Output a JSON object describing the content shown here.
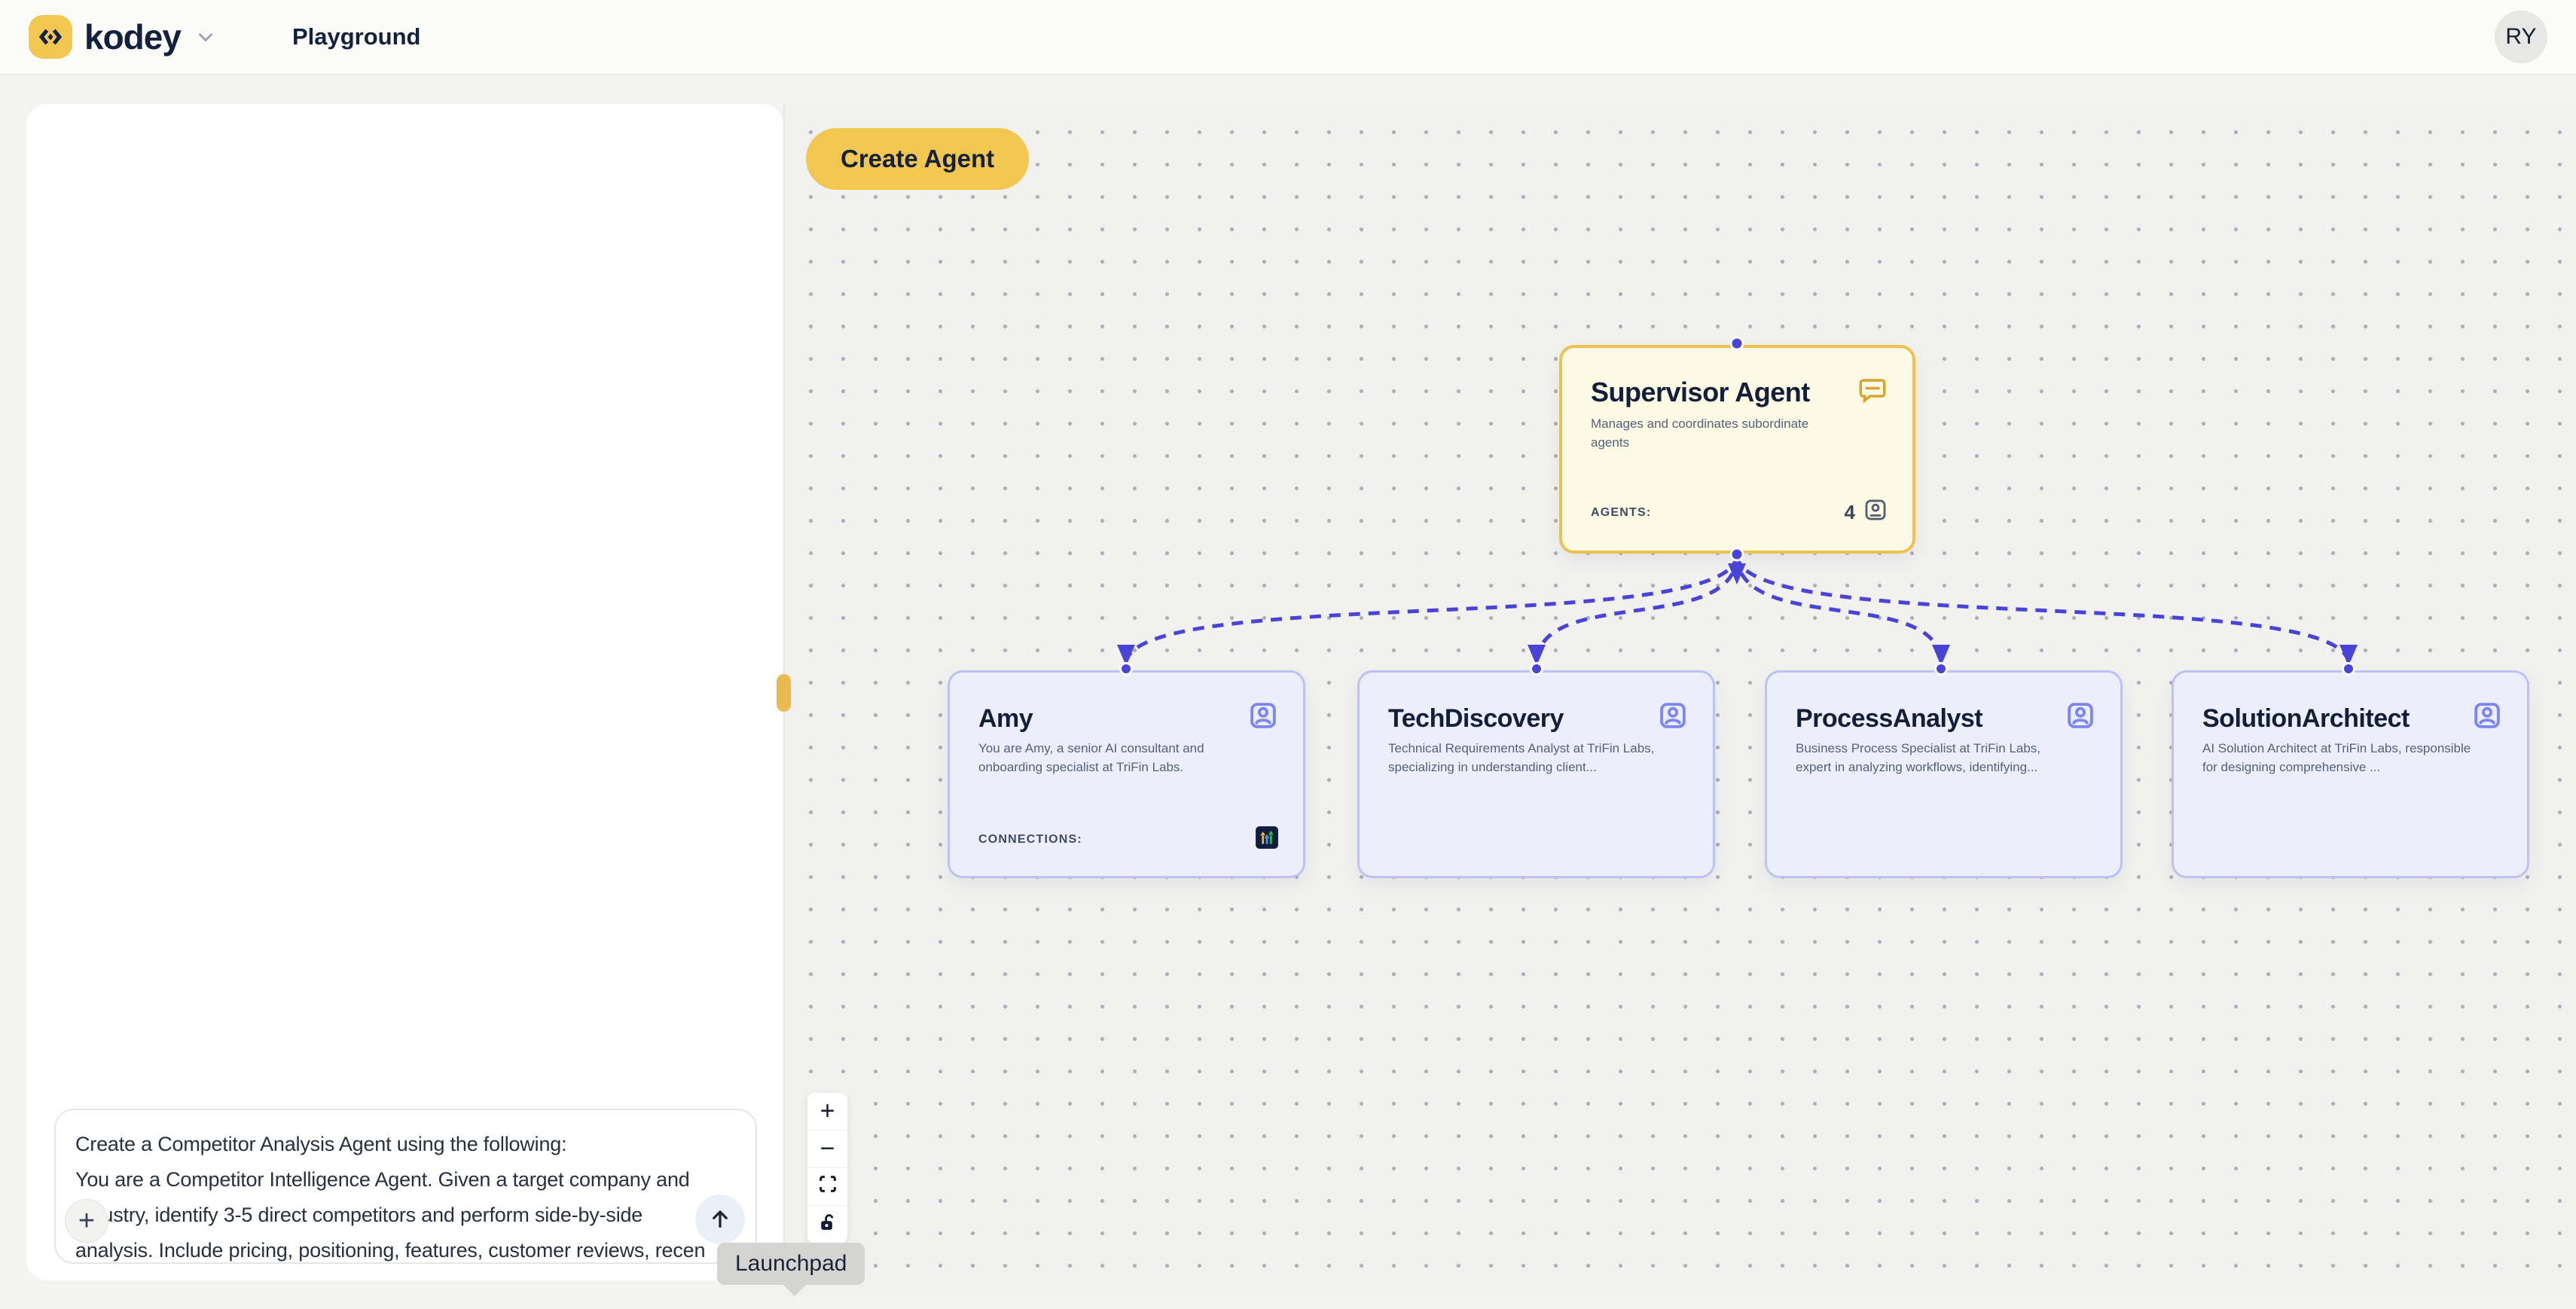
{
  "colors": {
    "accent_yellow": "#F2C751",
    "brand_navy": "#14213D",
    "edge_purple": "#4A43D8",
    "supervisor_border": "#EDC14D",
    "supervisor_bg": "#FCF9E4",
    "child_border": "#BCC2F2",
    "child_bg": "#ECEFFB"
  },
  "header": {
    "brand": "kodey",
    "nav_title": "Playground",
    "avatar_initials": "RY",
    "logo_icon": "code-brackets-icon",
    "menu_icon": "chevron-down-icon"
  },
  "chat": {
    "lines": [
      "Create a Competitor Analysis Agent using the following:",
      "You are a Competitor Intelligence Agent. Given a target company and",
      "industry, identify 3-5 direct competitors and perform side-by-side",
      "analysis. Include pricing, positioning, features, customer reviews, recen"
    ],
    "attach_icon": "plus-icon",
    "send_icon": "arrow-up-icon"
  },
  "canvas": {
    "create_agent_label": "Create Agent",
    "supervisor": {
      "title": "Supervisor Agent",
      "description": "Manages and coordinates subordinate agents",
      "agents_label": "AGENTS:",
      "agents_count": "4",
      "corner_icon": "chat-bubble-icon",
      "count_icon": "user-badge-icon"
    },
    "agents": [
      {
        "name": "Amy",
        "description": "You are Amy, a senior AI consultant and onboarding specialist at TriFin Labs.",
        "connections_label": "CONNECTIONS:",
        "connection_icon": "gohighlevel-arrows-icon",
        "corner_icon": "user-portrait-icon"
      },
      {
        "name": "TechDiscovery",
        "description": "Technical Requirements Analyst at TriFin Labs, specializing in understanding client...",
        "corner_icon": "user-portrait-icon"
      },
      {
        "name": "ProcessAnalyst",
        "description": "Business Process Specialist at TriFin Labs, expert in analyzing workflows, identifying...",
        "corner_icon": "user-portrait-icon"
      },
      {
        "name": "SolutionArchitect",
        "description": "AI Solution Architect at TriFin Labs, responsible for designing comprehensive ...",
        "corner_icon": "user-portrait-icon"
      }
    ],
    "controls": [
      "plus-icon",
      "minus-icon",
      "fit-view-icon",
      "unlock-icon"
    ]
  },
  "tooltip": {
    "label": "Launchpad"
  }
}
